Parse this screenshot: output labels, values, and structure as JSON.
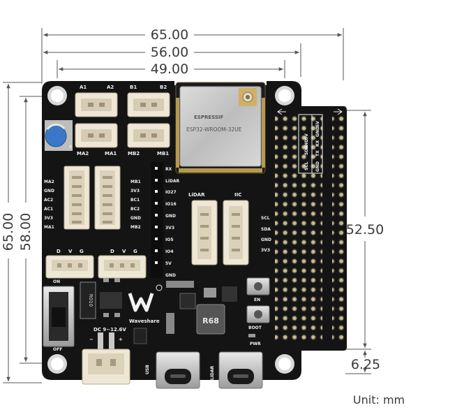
{
  "dimensions": {
    "width_65": "65.00",
    "width_56": "56.00",
    "width_49": "49.00",
    "height_65": "65.00",
    "height_58": "58.00",
    "right_52": "52.50",
    "right_6": "6.25",
    "unit": "Unit: mm"
  },
  "board": {
    "module_brand": "ESPRESSIF",
    "module_name": "ESP32-WROOM-32UE",
    "top_connectors": [
      "A1",
      "A2",
      "B1",
      "B2"
    ],
    "bottom_connectors": [
      "MA2",
      "MA1",
      "MB2",
      "MB1"
    ],
    "left_header_labels": [
      "MA2",
      "GND",
      "AC2",
      "AC1",
      "3V3",
      "MA1"
    ],
    "mid_header_labels": [
      "MB1",
      "3V3",
      "BC1",
      "BC2",
      "GND",
      "MB2"
    ],
    "pin_labels": [
      "RX",
      "LiDAR",
      "IO27",
      "IO16",
      "GND",
      "3V3",
      "IO5",
      "IO4",
      "5V",
      "GND"
    ],
    "lidar_label": "LiDAR",
    "iic_label": "IIC",
    "iic_pins": [
      "SCL",
      "SDA",
      "GND",
      "3V3"
    ],
    "servo_labels": [
      "D",
      "V",
      "G"
    ],
    "gpio_labels_a": [
      "5V",
      "SDA",
      "SCL",
      "GND"
    ],
    "gpio_labels_b": [
      "5V",
      "GND",
      "RX",
      "TX",
      "GND"
    ],
    "switch_on": "ON",
    "switch_off": "OFF",
    "inductor_small": "R010",
    "inductor_big": "R68",
    "brand": "Waveshare",
    "dc_label": "DC 9~12.6V",
    "plus": "+",
    "minus": "−",
    "btn_en": "EN",
    "btn_boot": "BOOT",
    "pwr": "PWR",
    "usb": "USB",
    "lidar_usb": "LIDAR"
  },
  "colors": {
    "pcb": "#141414",
    "silk": "#f2f2f2",
    "connector": "#efe7d6",
    "header_pin": "#c9b98a",
    "module_shield": "#c9c9c9",
    "dim_line": "#555555"
  }
}
